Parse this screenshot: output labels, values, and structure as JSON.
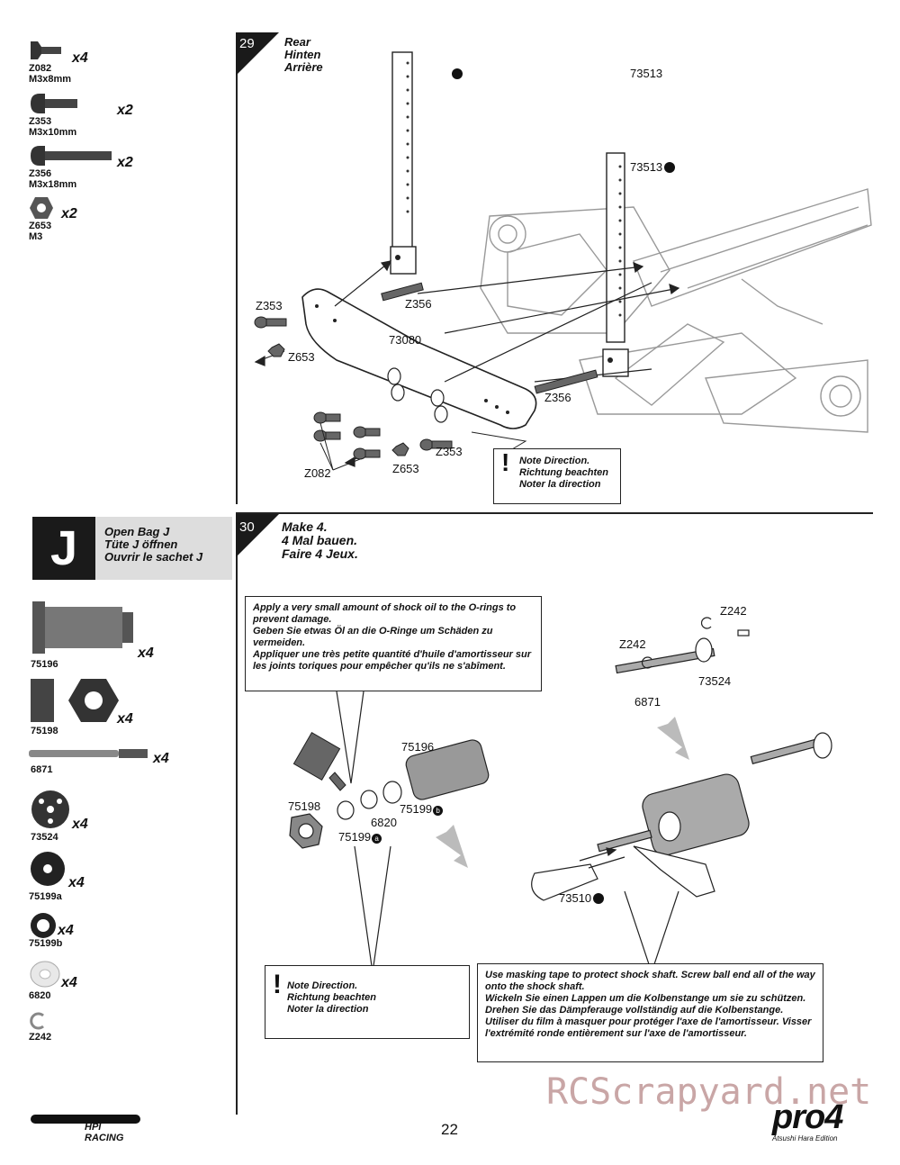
{
  "parts_bag_i": [
    {
      "code": "Z082",
      "size": "M3x8mm",
      "qty": "x4"
    },
    {
      "code": "Z353",
      "size": "M3x10mm",
      "qty": "x2"
    },
    {
      "code": "Z356",
      "size": "M3x18mm",
      "qty": "x2"
    },
    {
      "code": "Z653",
      "size": "M3",
      "qty": "x2"
    }
  ],
  "step29": {
    "number": "29",
    "title": [
      "Rear",
      "Hinten",
      "Arrière"
    ],
    "labels": {
      "shock_tower_post": "73513",
      "z353": "Z353",
      "z356": "Z356",
      "z653": "Z653",
      "z082": "Z082",
      "plate": "73080"
    },
    "note": [
      "Note Direction.",
      "Richtung beachten",
      "Noter la direction"
    ]
  },
  "bag_j": {
    "letter": "J",
    "lines": [
      "Open Bag J",
      "Tüte J öffnen",
      "Ouvrir le sachet J"
    ]
  },
  "parts_bag_j": [
    {
      "code": "75196",
      "qty": "x4"
    },
    {
      "code": "75198",
      "qty": "x4"
    },
    {
      "code": "6871",
      "qty": "x4"
    },
    {
      "code": "73524",
      "qty": "x4"
    },
    {
      "code": "75199a",
      "qty": "x4"
    },
    {
      "code": "75199b",
      "qty": "x4"
    },
    {
      "code": "6820",
      "qty": "x4"
    },
    {
      "code": "Z242",
      "qty": ""
    }
  ],
  "step30": {
    "number": "30",
    "title": [
      "Make 4.",
      "4 Mal bauen.",
      "Faire 4 Jeux."
    ],
    "oil_note": [
      "Apply a very small amount of shock oil to the O-rings to prevent damage.",
      "Geben Sie etwas Öl an die O-Ringe um Schäden zu vermeiden.",
      "Appliquer une très petite quantité d'huile d'amortisseur sur les joints toriques pour empêcher qu'ils ne s'abîment."
    ],
    "labels": {
      "z242_a": "Z242",
      "z242_b": "Z242",
      "shaft": "6871",
      "piston": "73524",
      "body": "75196",
      "cap": "75198",
      "oring": "6820",
      "washer_a": "75199",
      "washer_b": "75199",
      "ball_end": "73510"
    },
    "direction_note": [
      "Note Direction.",
      "Richtung beachten",
      "Noter la direction"
    ],
    "tape_note": [
      "Use masking tape to protect shock shaft. Screw ball end all of the way onto the shock shaft.",
      "Wickeln Sie einen Lappen um die Kolbenstange um sie zu schützen. Drehen Sie das Dämpferauge vollständig auf die Kolbenstange.",
      "Utiliser du film à masquer pour protéger l'axe de l'amortisseur. Visser l'extrémité ronde entièrement sur l'axe de l'amortisseur."
    ]
  },
  "footer": {
    "page": "22",
    "brand_left": "HPI RACING",
    "brand_right": "pro4",
    "brand_right_sub": "Atsushi Hara Edition",
    "watermark": "RCScrapyard.net"
  }
}
